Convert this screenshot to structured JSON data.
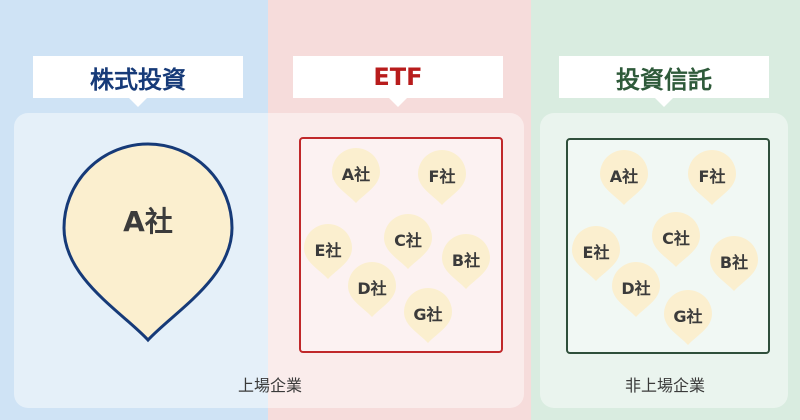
{
  "categories": {
    "stock": "株式投資",
    "etf": "ETF",
    "trust": "投資信託"
  },
  "captions": {
    "listed": "上場企業",
    "unlisted": "非上場企業"
  },
  "stock_company": "A社",
  "etf_companies": [
    "A社",
    "F社",
    "E社",
    "C社",
    "B社",
    "D社",
    "G社"
  ],
  "trust_companies": [
    "A社",
    "F社",
    "E社",
    "C社",
    "B社",
    "D社",
    "G社"
  ],
  "colors": {
    "stock_bg": "#cfe3f5",
    "etf_bg": "#f6dcdb",
    "trust_bg": "#d9ece0",
    "stock_text": "#163a78",
    "etf_text": "#b81c1c",
    "trust_text": "#2e5a3a",
    "pin_fill": "#fbefcf",
    "big_pin_stroke": "#163a78"
  }
}
